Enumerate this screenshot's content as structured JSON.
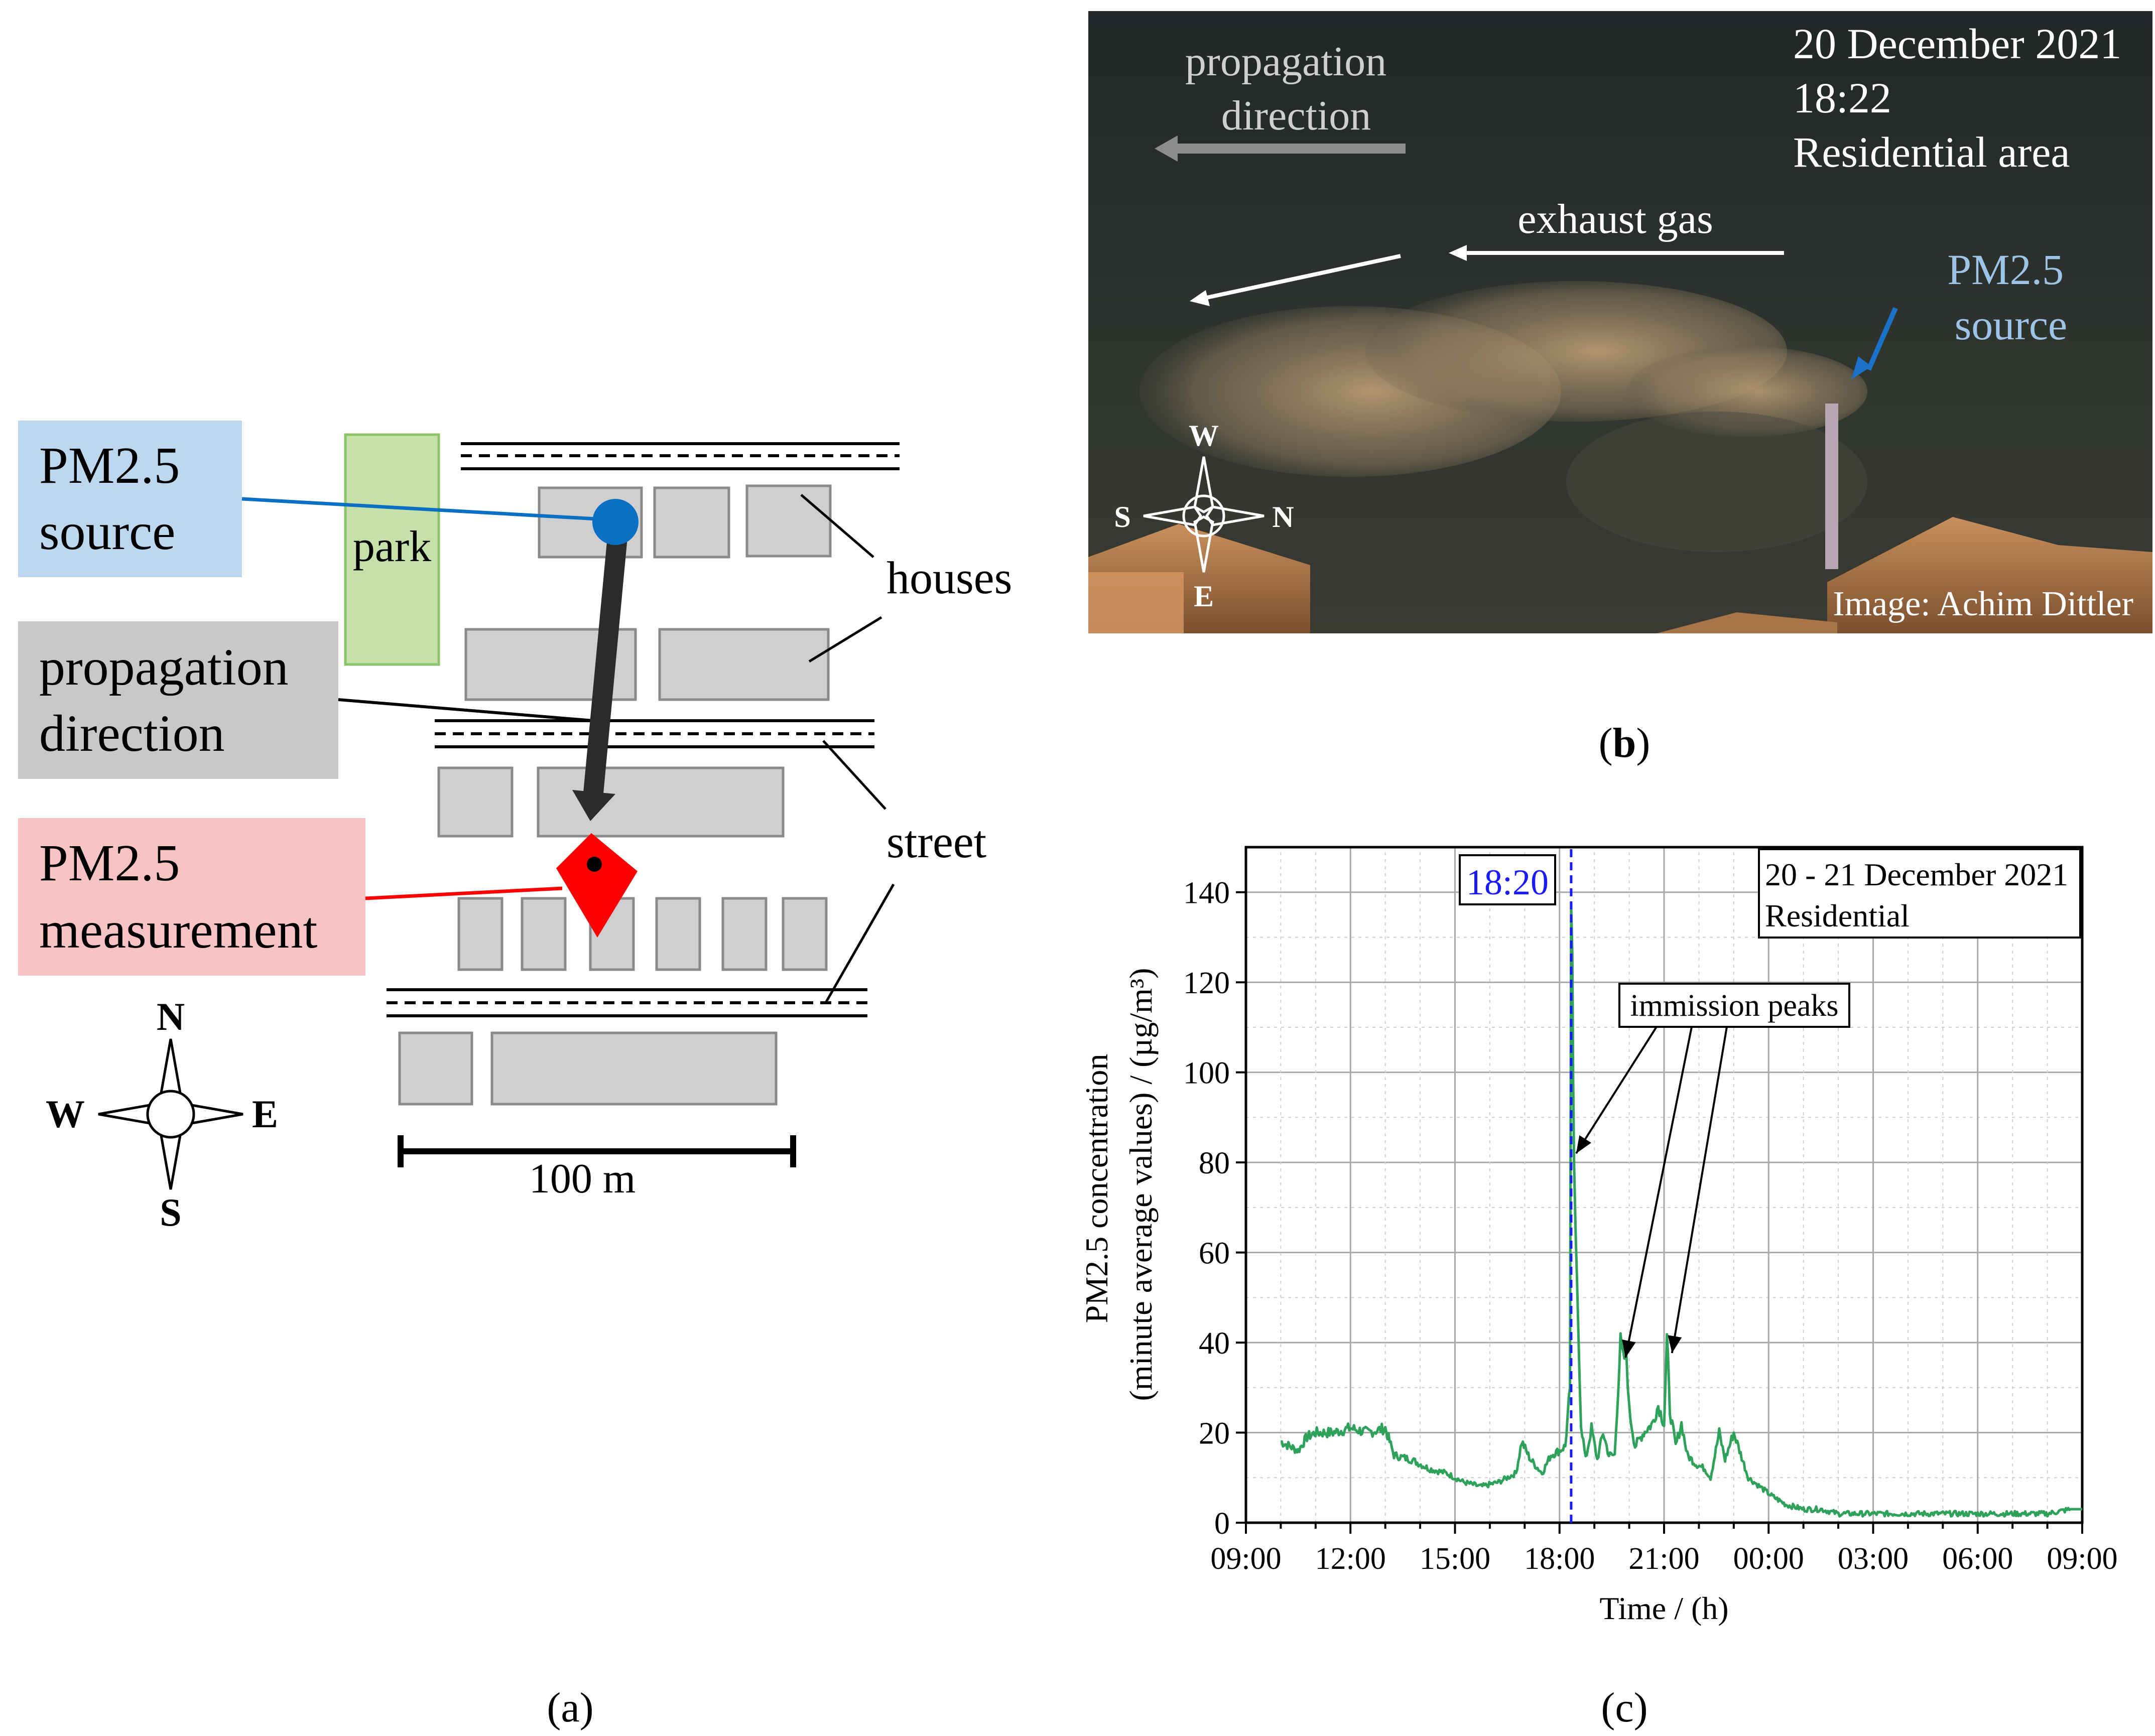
{
  "panels": {
    "a": {
      "caption": "(a)",
      "labels": {
        "source": [
          "PM2.5",
          "source"
        ],
        "propagation": [
          "propagation",
          "direction"
        ],
        "measurement": [
          "PM2.5",
          "measurement"
        ],
        "park": "park",
        "houses": "houses",
        "street": "street",
        "scale": "100 m"
      },
      "compass": {
        "n": "N",
        "s": "S",
        "w": "W",
        "e": "E"
      },
      "colors": {
        "source": "#0b6fc3",
        "measurement": "#ff0000",
        "arrow": "#2b2b2b",
        "park": "#c5e0a8",
        "house": "#d0cfcf"
      }
    },
    "b": {
      "caption": "(b)",
      "date": "20 December 2021",
      "time": "18:22",
      "area": "Residential area",
      "propagation": [
        "propagation",
        "direction"
      ],
      "exhaust": "exhaust gas",
      "source": [
        "PM2.5",
        "source"
      ],
      "credit": "Image: Achim Dittler",
      "compass": {
        "n": "N",
        "s": "S",
        "w": "W",
        "e": "E"
      }
    },
    "c": {
      "caption": "(c)",
      "legend": [
        "20 - 21 December 2021",
        "Residential"
      ],
      "marker_label": "18:20",
      "annotation": "immission peaks"
    }
  },
  "chart_data": {
    "type": "line",
    "xlabel": "Time / (h)",
    "ylabel": [
      "PM2.5 concentration",
      "(minute average values) / (µg/m³)"
    ],
    "xlim": [
      "09:00",
      "09:00 (+1 day)"
    ],
    "ylim": [
      0,
      150
    ],
    "x_ticks": [
      "09:00",
      "12:00",
      "15:00",
      "18:00",
      "21:00",
      "00:00",
      "03:00",
      "06:00",
      "09:00"
    ],
    "y_ticks": [
      0,
      20,
      40,
      60,
      80,
      100,
      120,
      140
    ],
    "grid": true,
    "series_color": "#2ea25a",
    "marker_time": "18:20",
    "marker_color": "#1a1aff",
    "points": [
      [
        "10:00",
        18
      ],
      [
        "10:15",
        17
      ],
      [
        "10:30",
        16
      ],
      [
        "10:45",
        19
      ],
      [
        "11:00",
        20
      ],
      [
        "11:30",
        20
      ],
      [
        "12:00",
        21
      ],
      [
        "12:30",
        20
      ],
      [
        "13:00",
        21
      ],
      [
        "13:15",
        15
      ],
      [
        "13:45",
        14
      ],
      [
        "14:15",
        12
      ],
      [
        "14:45",
        11
      ],
      [
        "15:15",
        9
      ],
      [
        "15:45",
        8
      ],
      [
        "16:15",
        9
      ],
      [
        "16:45",
        11
      ],
      [
        "16:55",
        18
      ],
      [
        "17:10",
        14
      ],
      [
        "17:30",
        11
      ],
      [
        "17:45",
        15
      ],
      [
        "18:00",
        16
      ],
      [
        "18:10",
        17
      ],
      [
        "18:18",
        30
      ],
      [
        "18:20",
        137
      ],
      [
        "18:22",
        120
      ],
      [
        "18:25",
        80
      ],
      [
        "18:28",
        60
      ],
      [
        "18:32",
        45
      ],
      [
        "18:37",
        22
      ],
      [
        "18:45",
        14
      ],
      [
        "18:55",
        21
      ],
      [
        "19:05",
        14
      ],
      [
        "19:15",
        20
      ],
      [
        "19:25",
        15
      ],
      [
        "19:35",
        15
      ],
      [
        "19:45",
        40
      ],
      [
        "19:50",
        36
      ],
      [
        "19:55",
        38
      ],
      [
        "20:00",
        25
      ],
      [
        "20:10",
        17
      ],
      [
        "20:25",
        20
      ],
      [
        "20:40",
        22
      ],
      [
        "20:50",
        26
      ],
      [
        "21:00",
        22
      ],
      [
        "21:05",
        41
      ],
      [
        "21:10",
        25
      ],
      [
        "21:20",
        17
      ],
      [
        "21:30",
        22
      ],
      [
        "21:40",
        15
      ],
      [
        "21:55",
        13
      ],
      [
        "22:10",
        12
      ],
      [
        "22:20",
        10
      ],
      [
        "22:35",
        20
      ],
      [
        "22:45",
        14
      ],
      [
        "23:00",
        20
      ],
      [
        "23:10",
        16
      ],
      [
        "23:25",
        10
      ],
      [
        "23:45",
        8
      ],
      [
        "00:05",
        6
      ],
      [
        "00:30",
        4
      ],
      [
        "01:00",
        3
      ],
      [
        "01:30",
        3
      ],
      [
        "02:00",
        2
      ],
      [
        "03:00",
        2
      ],
      [
        "04:00",
        2
      ],
      [
        "05:00",
        2
      ],
      [
        "06:00",
        2
      ],
      [
        "07:00",
        2
      ],
      [
        "08:00",
        2
      ],
      [
        "08:40",
        3
      ],
      [
        "09:00",
        3
      ]
    ],
    "peaks": [
      "18:20",
      "19:45",
      "21:05"
    ]
  }
}
